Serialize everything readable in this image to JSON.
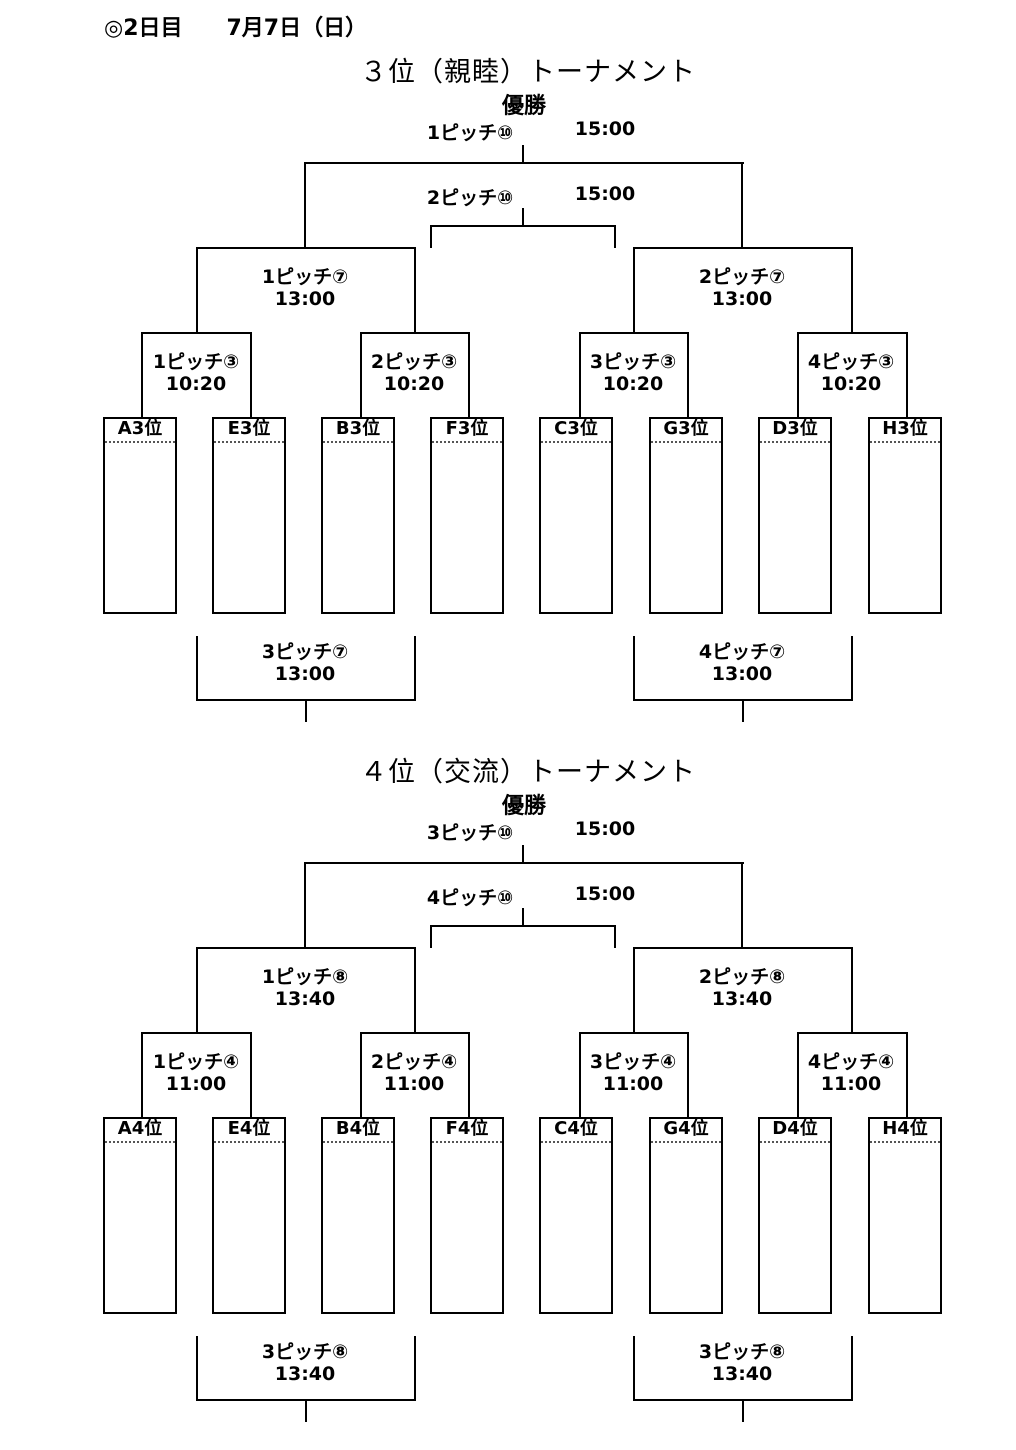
{
  "header": "◎2日目　　7月7日（日）",
  "brackets": [
    {
      "title": "３位（親睦）トーナメント",
      "champion": "優勝",
      "final": {
        "pitch": "1ピッチ⑩",
        "time": "15:00"
      },
      "third_place": {
        "pitch": "2ピッチ⑩",
        "time": "15:00"
      },
      "semis": [
        {
          "pitch": "1ピッチ⑦",
          "time": "13:00"
        },
        {
          "pitch": "2ピッチ⑦",
          "time": "13:00"
        }
      ],
      "quarters": [
        {
          "pitch": "1ピッチ③",
          "time": "10:20"
        },
        {
          "pitch": "2ピッチ③",
          "time": "10:20"
        },
        {
          "pitch": "3ピッチ③",
          "time": "10:20"
        },
        {
          "pitch": "4ピッチ③",
          "time": "10:20"
        }
      ],
      "teams": [
        "A3位",
        "E3位",
        "B3位",
        "F3位",
        "C3位",
        "G3位",
        "D3位",
        "H3位"
      ],
      "consolation": [
        {
          "pitch": "3ピッチ⑦",
          "time": "13:00"
        },
        {
          "pitch": "4ピッチ⑦",
          "time": "13:00"
        }
      ]
    },
    {
      "title": "４位（交流）トーナメント",
      "champion": "優勝",
      "final": {
        "pitch": "3ピッチ⑩",
        "time": "15:00"
      },
      "third_place": {
        "pitch": "4ピッチ⑩",
        "time": "15:00"
      },
      "semis": [
        {
          "pitch": "1ピッチ⑧",
          "time": "13:40"
        },
        {
          "pitch": "2ピッチ⑧",
          "time": "13:40"
        }
      ],
      "quarters": [
        {
          "pitch": "1ピッチ④",
          "time": "11:00"
        },
        {
          "pitch": "2ピッチ④",
          "time": "11:00"
        },
        {
          "pitch": "3ピッチ④",
          "time": "11:00"
        },
        {
          "pitch": "4ピッチ④",
          "time": "11:00"
        }
      ],
      "teams": [
        "A4位",
        "E4位",
        "B4位",
        "F4位",
        "C4位",
        "G4位",
        "D4位",
        "H4位"
      ],
      "consolation": [
        {
          "pitch": "3ピッチ⑧",
          "time": "13:40"
        },
        {
          "pitch": "3ピッチ⑧",
          "time": "13:40"
        }
      ]
    }
  ]
}
